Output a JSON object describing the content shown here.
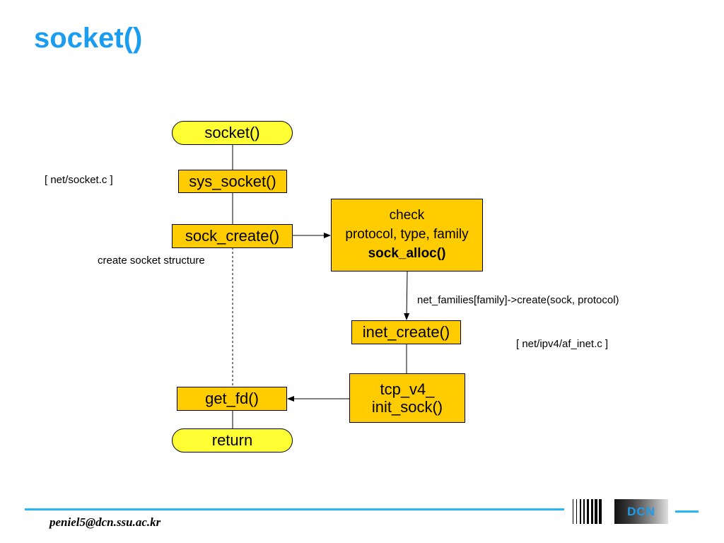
{
  "title": "socket()",
  "nodes": {
    "socket": "socket()",
    "sys_socket": "sys_socket()",
    "sock_create": "sock_create()",
    "check_line1": "check",
    "check_line2": "protocol, type, family",
    "check_line3": "sock_alloc()",
    "inet_create": "inet_create()",
    "tcp_line1": "tcp_v4_",
    "tcp_line2": "init_sock()",
    "get_fd": "get_fd()",
    "return": "return"
  },
  "notes": {
    "net_socket": "[ net/socket.c ]",
    "create_structure": "create socket structure",
    "net_families": "net_families[family]->create(sock, protocol)",
    "af_inet": "[ net/ipv4/af_inet.c ]"
  },
  "footer": {
    "email": "peniel5@dcn.ssu.ac.kr",
    "logo_text": "DCN"
  }
}
